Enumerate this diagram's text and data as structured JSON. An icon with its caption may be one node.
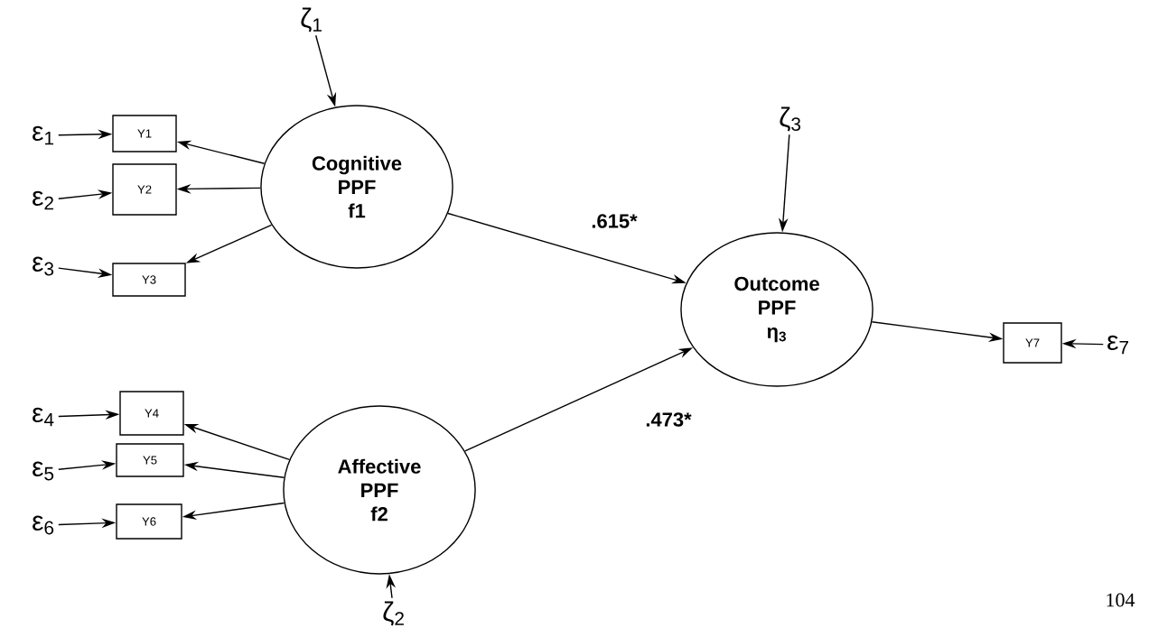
{
  "diagram": {
    "nodes": [
      {
        "text": [
          "Cognitive PPF f1"
        ]
      },
      {
        "text": [
          "Affective PPF f2"
        ]
      },
      {
        "text": [
          "Outcome PPF η$_{3}$"
        ]
      },
      {
        "text": [
          "Y1"
        ]
      },
      {
        "text": [
          "Y2"
        ]
      },
      {
        "text": [
          "Y3"
        ]
      },
      {
        "text": [
          "Y4"
        ]
      },
      {
        "text": [
          "Y5"
        ]
      },
      {
        "text": [
          "Y6"
        ]
      },
      {
        "text": [
          "Y7"
        ]
      },
      {
        "text": [
          "ε$_{1}$"
        ]
      },
      {
        "text": [
          "ε$_{2}$"
        ]
      },
      {
        "text": [
          "ε$_{3}$"
        ]
      },
      {
        "text": [
          "ε$_{4}$"
        ]
      },
      {
        "text": [
          "ε$_{5}$"
        ]
      },
      {
        "text": [
          "ε$_{6}$"
        ]
      },
      {
        "text": [
          "ε$_{7}$"
        ]
      },
      {
        "text": [
          "ζ$_{1}$"
        ]
      },
      {
        "text": [
          "ζ$_{2}$"
        ]
      },
      {
        "text": [
          "ζ$_{3}$"
        ]
      }
    ],
    "edges": [
      {
        "from": 0,
        "to": 3,
        "arrow": "to"
      },
      {
        "from": 0,
        "to": 4,
        "arrow": "to"
      },
      {
        "from": 0,
        "to": 5,
        "arrow": "to"
      },
      {
        "from": 1,
        "to": 6,
        "arrow": "to"
      },
      {
        "from": 1,
        "to": 7,
        "arrow": "to"
      },
      {
        "from": 1,
        "to": 8,
        "arrow": "to"
      },
      {
        "from": 0,
        "to": 2,
        "arrow": "to",
        "label": ".615*"
      },
      {
        "from": 1,
        "to": 2,
        "arrow": "to",
        "label": ".473*"
      },
      {
        "from": 2,
        "to": 9,
        "arrow": "to"
      },
      {
        "from": 10,
        "to": 3,
        "arrow": "to"
      },
      {
        "from": 11,
        "to": 4,
        "arrow": "to"
      },
      {
        "from": 12,
        "to": 5,
        "arrow": "to"
      },
      {
        "from": 13,
        "to": 6,
        "arrow": "to"
      },
      {
        "from": 14,
        "to": 7,
        "arrow": "to"
      },
      {
        "from": 15,
        "to": 8,
        "arrow": "to"
      },
      {
        "from": 16,
        "to": 9,
        "arrow": "to"
      },
      {
        "from": 17,
        "to": 0,
        "arrow": "to"
      },
      {
        "from": 18,
        "to": 1,
        "arrow": "to"
      },
      {
        "from": 19,
        "to": 2,
        "arrow": "to"
      }
    ],
    "labels": [
      "104"
    ]
  }
}
